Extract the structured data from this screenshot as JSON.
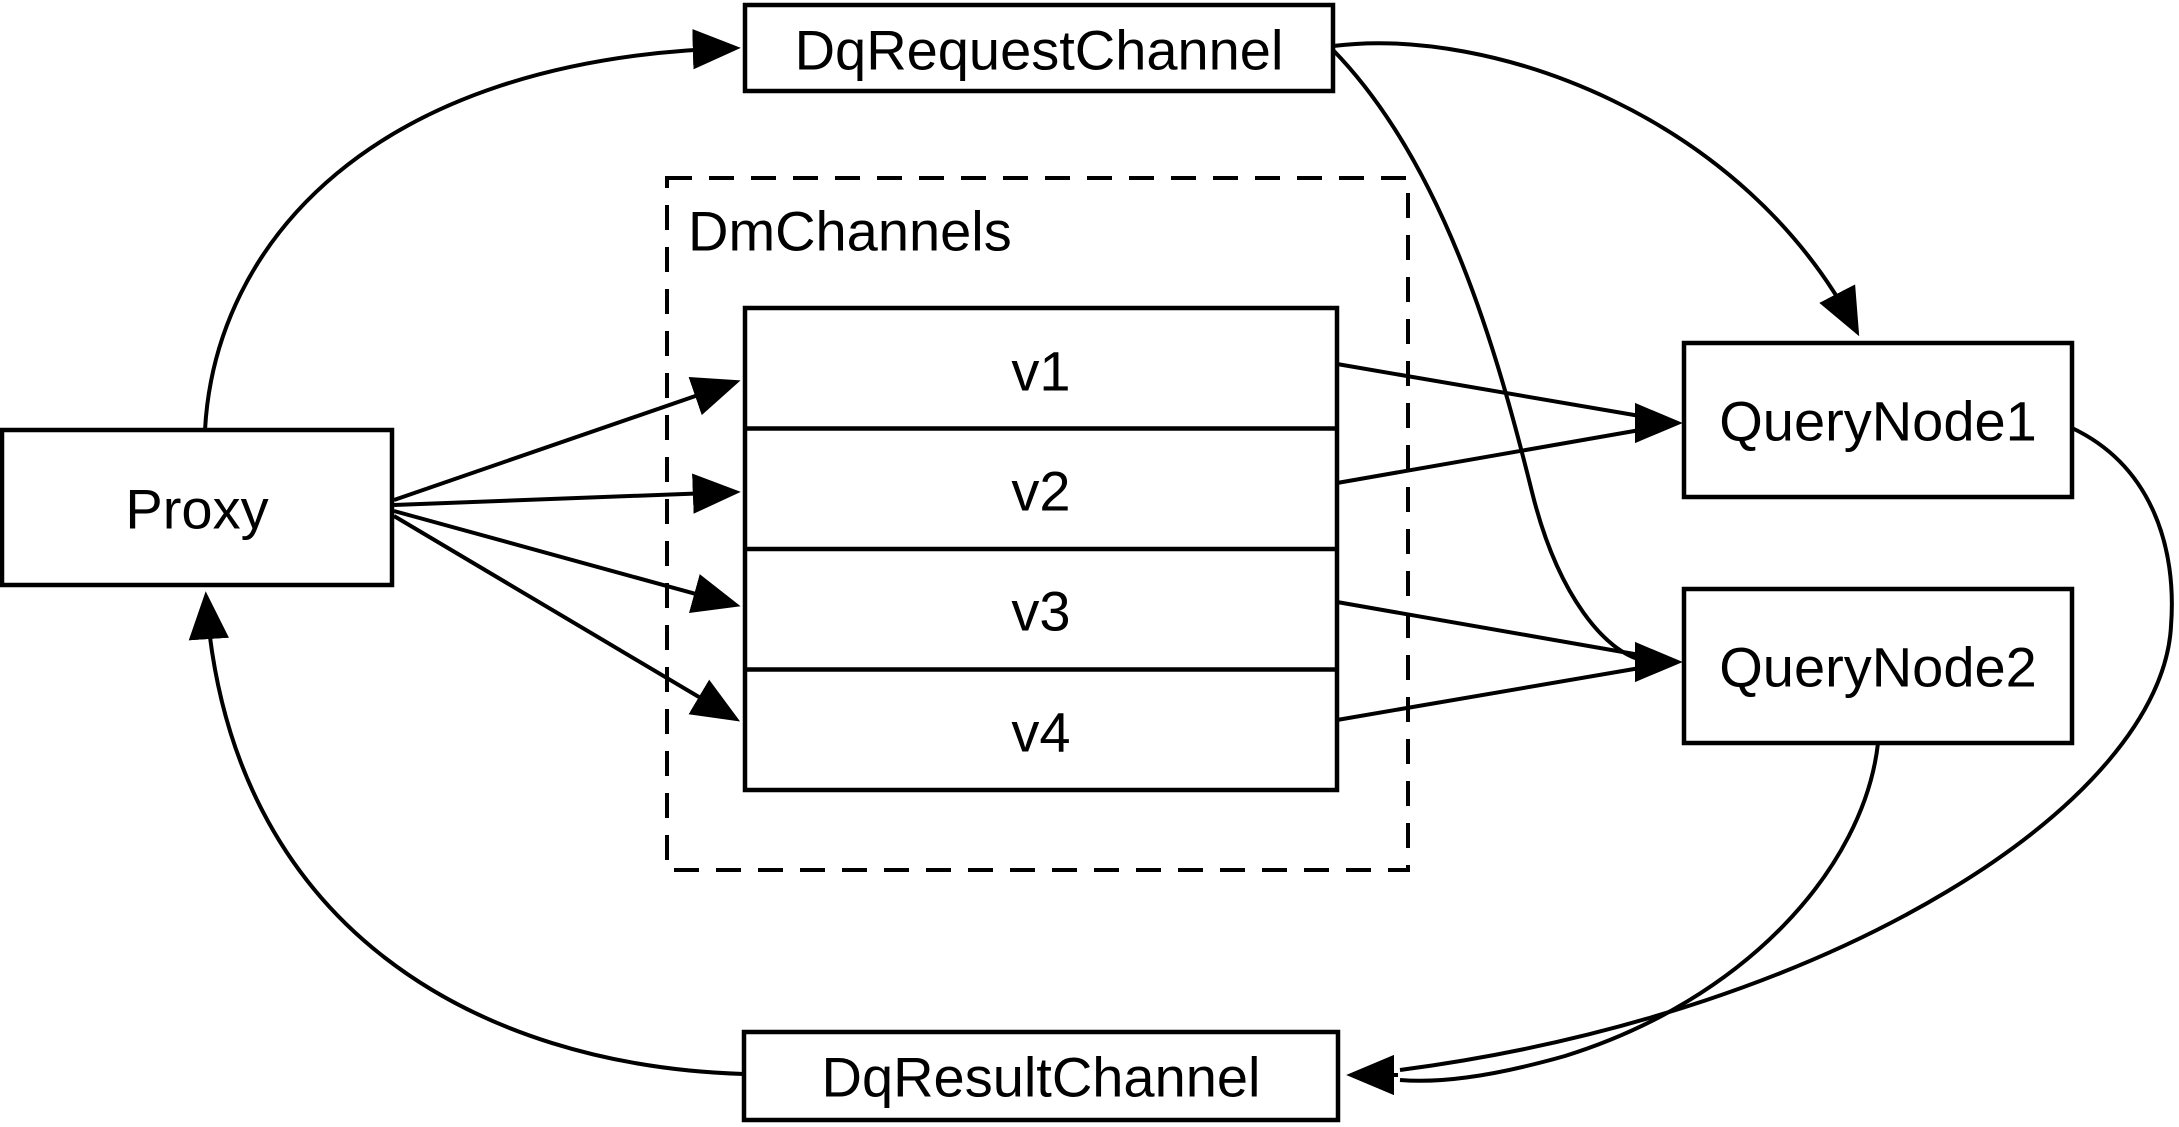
{
  "diagram": {
    "background_color": "#ffffff",
    "line_color": "#000000",
    "nodes": {
      "proxy": {
        "label": "Proxy"
      },
      "dq_request_channel": {
        "label": "DqRequestChannel"
      },
      "dm_channels": {
        "label": "DmChannels",
        "rows": [
          {
            "label": "v1"
          },
          {
            "label": "v2"
          },
          {
            "label": "v3"
          },
          {
            "label": "v4"
          }
        ]
      },
      "query_node_1": {
        "label": "QueryNode1"
      },
      "query_node_2": {
        "label": "QueryNode2"
      },
      "dq_result_channel": {
        "label": "DqResultChannel"
      }
    },
    "edges": [
      {
        "from": "Proxy",
        "to": "DqRequestChannel"
      },
      {
        "from": "DqRequestChannel",
        "to": "QueryNode1"
      },
      {
        "from": "DqRequestChannel",
        "to": "QueryNode2"
      },
      {
        "from": "Proxy",
        "to": "v1"
      },
      {
        "from": "Proxy",
        "to": "v2"
      },
      {
        "from": "Proxy",
        "to": "v3"
      },
      {
        "from": "Proxy",
        "to": "v4"
      },
      {
        "from": "v1",
        "to": "QueryNode1"
      },
      {
        "from": "v2",
        "to": "QueryNode1"
      },
      {
        "from": "v3",
        "to": "QueryNode2"
      },
      {
        "from": "v4",
        "to": "QueryNode2"
      },
      {
        "from": "QueryNode1",
        "to": "DqResultChannel"
      },
      {
        "from": "QueryNode2",
        "to": "DqResultChannel"
      },
      {
        "from": "DqResultChannel",
        "to": "Proxy"
      }
    ]
  }
}
